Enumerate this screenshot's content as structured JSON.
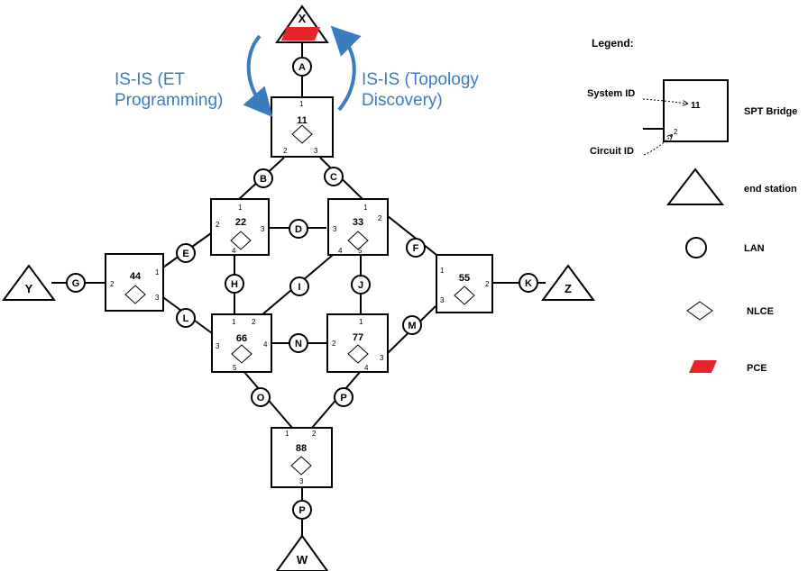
{
  "bridges": {
    "b11": {
      "id": "11",
      "ports": {
        "p1": "1",
        "p2": "2",
        "p3": "3"
      }
    },
    "b22": {
      "id": "22",
      "ports": {
        "p1": "1",
        "p2": "2",
        "p3": "3",
        "p4": "4"
      }
    },
    "b33": {
      "id": "33",
      "ports": {
        "p1": "1",
        "p2": "2",
        "p3": "3",
        "p4": "4",
        "p5": "5"
      }
    },
    "b44": {
      "id": "44",
      "ports": {
        "p1": "1",
        "p2": "2",
        "p3": "3"
      }
    },
    "b55": {
      "id": "55",
      "ports": {
        "p1": "1",
        "p2": "2",
        "p3": "3"
      }
    },
    "b66": {
      "id": "66",
      "ports": {
        "p1": "1",
        "p2": "2",
        "p3": "3",
        "p4": "4",
        "p5": "5"
      }
    },
    "b77": {
      "id": "77",
      "ports": {
        "p1": "1",
        "p2": "2",
        "p3": "3",
        "p4": "4"
      }
    },
    "b88": {
      "id": "88",
      "ports": {
        "p1": "1",
        "p2": "2",
        "p3": "3"
      }
    }
  },
  "lans": {
    "A": "A",
    "B": "B",
    "C": "C",
    "D": "D",
    "E": "E",
    "F": "F",
    "G": "G",
    "H": "H",
    "I": "I",
    "J": "J",
    "K": "K",
    "L": "L",
    "M": "M",
    "N": "N",
    "O": "O",
    "P1": "P",
    "P2": "P"
  },
  "stations": {
    "X": "X",
    "Y": "Y",
    "Z": "Z",
    "W": "W"
  },
  "arrows": {
    "left_line1": "IS-IS (ET",
    "left_line2": "Programming)",
    "right_line1": "IS-IS (Topology",
    "right_line2": "Discovery)"
  },
  "legend": {
    "title": "Legend:",
    "system_id": "System ID",
    "circuit_id": "Circuit ID",
    "sample_id": "11",
    "sample_port": "2",
    "spt_bridge": "SPT Bridge",
    "end_station": "end station",
    "lan": "LAN",
    "nlce": "NLCE",
    "pce": "PCE"
  },
  "colors": {
    "arrow": "#3d7bbf",
    "pce": "#e8242a"
  }
}
